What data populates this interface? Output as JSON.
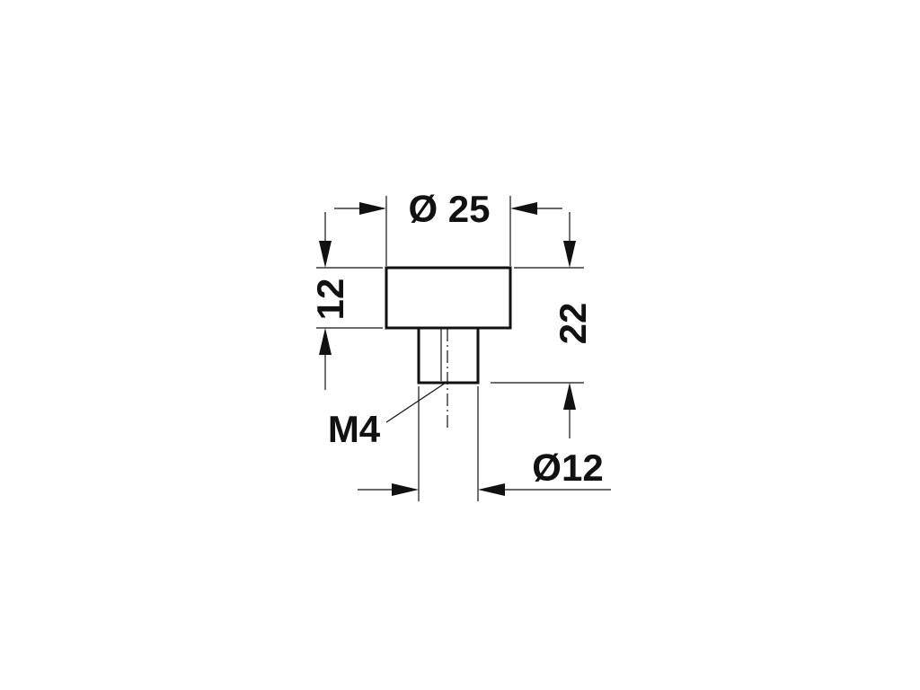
{
  "dimensions": {
    "knob_diameter": "Ø 25",
    "shank_diameter": "Ø12",
    "head_height": "12",
    "total_height": "22",
    "thread": "M4"
  },
  "colors": {
    "line": "#111111",
    "background": "#ffffff"
  }
}
